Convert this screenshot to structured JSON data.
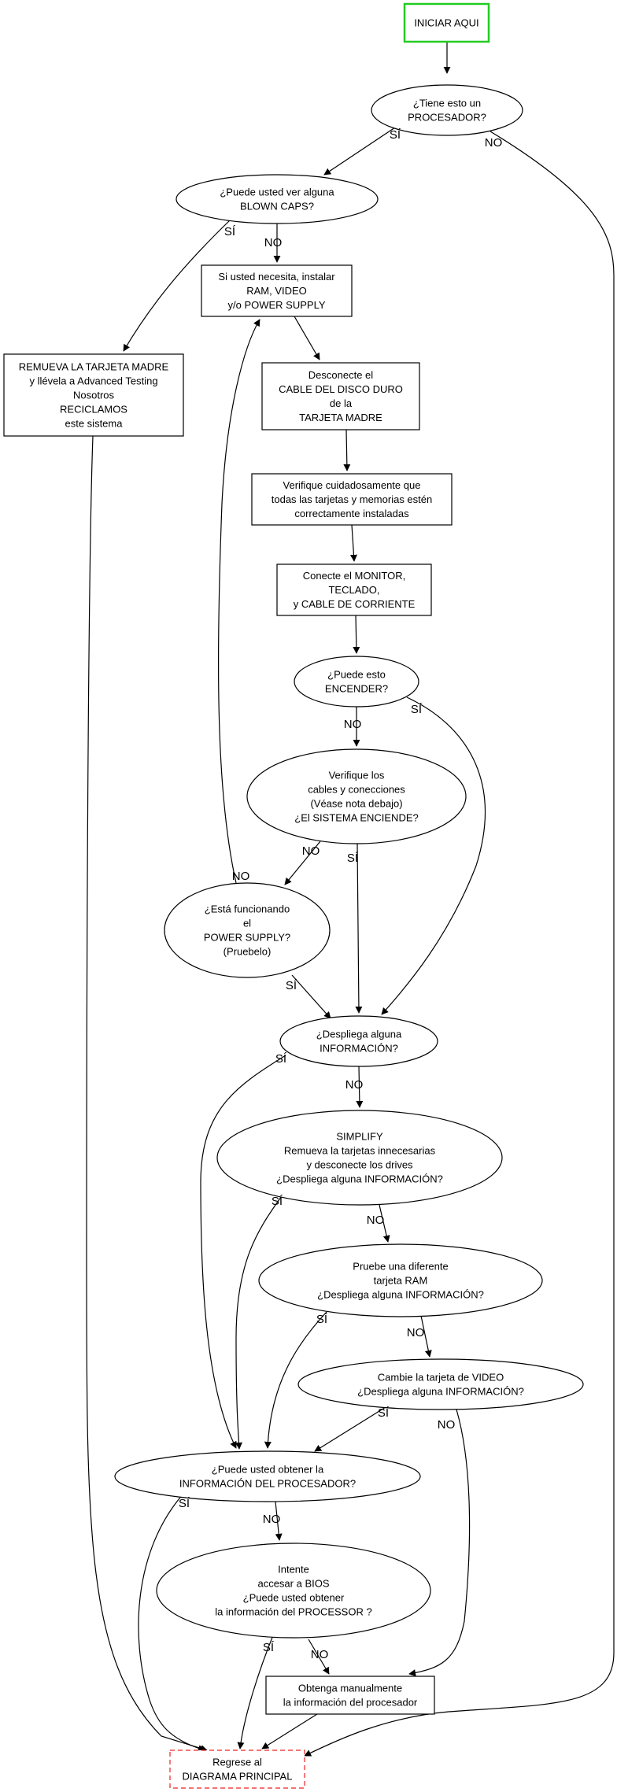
{
  "nodes": {
    "start": [
      "INICIAR AQUI"
    ],
    "q_processor": [
      "¿Tiene esto un",
      "PROCESADOR?"
    ],
    "q_blown_caps": [
      "¿Puede usted ver alguna",
      "BLOWN CAPS?"
    ],
    "install_parts": [
      "Si usted necesita, instalar",
      "RAM, VIDEO",
      "y/o POWER SUPPLY"
    ],
    "remove_motherboard": [
      "REMUEVA LA TARJETA MADRE",
      "y llévela a Advanced Testing",
      "Nosotros",
      "RECICLAMOS",
      "este sistema"
    ],
    "disconnect_disk": [
      "Desconecte el",
      "CABLE DEL DISCO DURO",
      "de la",
      "TARJETA MADRE"
    ],
    "verify_cards": [
      "Verifique cuidadosamente que",
      "todas las tarjetas y memorias estén",
      "correctamente instaladas"
    ],
    "connect_monitor": [
      "Conecte el MONITOR,",
      "TECLADO,",
      "y CABLE DE CORRIENTE"
    ],
    "q_power_on": [
      "¿Puede esto",
      "ENCENDER?"
    ],
    "verify_cables": [
      "Verifique los",
      "cables y conecciones",
      "(Véase nota debajo)",
      "¿El SISTEMA ENCIENDE?"
    ],
    "q_power_supply": [
      "¿Está funcionando",
      "el",
      "POWER SUPPLY?",
      "(Pruebelo)"
    ],
    "q_display_info": [
      "¿Despliega alguna",
      "INFORMACIÓN?"
    ],
    "simplify": [
      "SIMPLIFY",
      "Remueva la tarjetas innecesarias",
      "y desconecte los drives",
      "¿Despliega alguna INFORMACIÓN?"
    ],
    "try_ram": [
      "Pruebe una diferente",
      "tarjeta RAM",
      "¿Despliega alguna INFORMACIÓN?"
    ],
    "change_video": [
      "Cambie la tarjeta de VIDEO",
      "¿Despliega alguna INFORMACIÓN?"
    ],
    "q_processor_info": [
      "¿Puede usted obtener la",
      "INFORMACIÓN DEL PROCESADOR?"
    ],
    "try_bios": [
      "Intente",
      "accesar a BIOS",
      "¿Puede usted obtener",
      "la información del PROCESSOR ?"
    ],
    "manual_info": [
      "Obtenga manualmente",
      "la información del procesador"
    ],
    "return_main": [
      "Regrese al",
      "DIAGRAMA PRINCIPAL"
    ]
  },
  "edges": [
    {
      "from": "start",
      "to": "q_processor",
      "label": ""
    },
    {
      "from": "q_processor",
      "to": "q_blown_caps",
      "label": "SÍ"
    },
    {
      "from": "q_processor",
      "to": "return_main",
      "label": "NO"
    },
    {
      "from": "q_blown_caps",
      "to": "remove_motherboard",
      "label": "SÍ"
    },
    {
      "from": "q_blown_caps",
      "to": "install_parts",
      "label": "NO"
    },
    {
      "from": "install_parts",
      "to": "disconnect_disk",
      "label": ""
    },
    {
      "from": "remove_motherboard",
      "to": "return_main",
      "label": ""
    },
    {
      "from": "disconnect_disk",
      "to": "verify_cards",
      "label": ""
    },
    {
      "from": "verify_cards",
      "to": "connect_monitor",
      "label": ""
    },
    {
      "from": "connect_monitor",
      "to": "q_power_on",
      "label": ""
    },
    {
      "from": "q_power_on",
      "to": "verify_cables",
      "label": "NO"
    },
    {
      "from": "q_power_on",
      "to": "q_display_info",
      "label": "SÍ"
    },
    {
      "from": "verify_cables",
      "to": "q_power_supply",
      "label": "NO"
    },
    {
      "from": "verify_cables",
      "to": "q_display_info",
      "label": "SÍ"
    },
    {
      "from": "q_power_supply",
      "to": "install_parts",
      "label": "NO"
    },
    {
      "from": "q_power_supply",
      "to": "q_display_info",
      "label": "SÍ"
    },
    {
      "from": "q_display_info",
      "to": "simplify",
      "label": "NO"
    },
    {
      "from": "q_display_info",
      "to": "q_processor_info",
      "label": "SÍ"
    },
    {
      "from": "simplify",
      "to": "q_processor_info",
      "label": "SÍ"
    },
    {
      "from": "simplify",
      "to": "try_ram",
      "label": "NO"
    },
    {
      "from": "try_ram",
      "to": "q_processor_info",
      "label": "SÍ"
    },
    {
      "from": "try_ram",
      "to": "change_video",
      "label": "NO"
    },
    {
      "from": "change_video",
      "to": "q_processor_info",
      "label": "SÍ"
    },
    {
      "from": "change_video",
      "to": "manual_info",
      "label": "NO"
    },
    {
      "from": "q_processor_info",
      "to": "return_main",
      "label": "SÍ"
    },
    {
      "from": "q_processor_info",
      "to": "try_bios",
      "label": "NO"
    },
    {
      "from": "try_bios",
      "to": "return_main",
      "label": "SÍ"
    },
    {
      "from": "try_bios",
      "to": "manual_info",
      "label": "NO"
    },
    {
      "from": "manual_info",
      "to": "return_main",
      "label": ""
    }
  ],
  "colors": {
    "start_border": "#22cc22",
    "return_border": "#ee2222",
    "line": "#000000"
  }
}
